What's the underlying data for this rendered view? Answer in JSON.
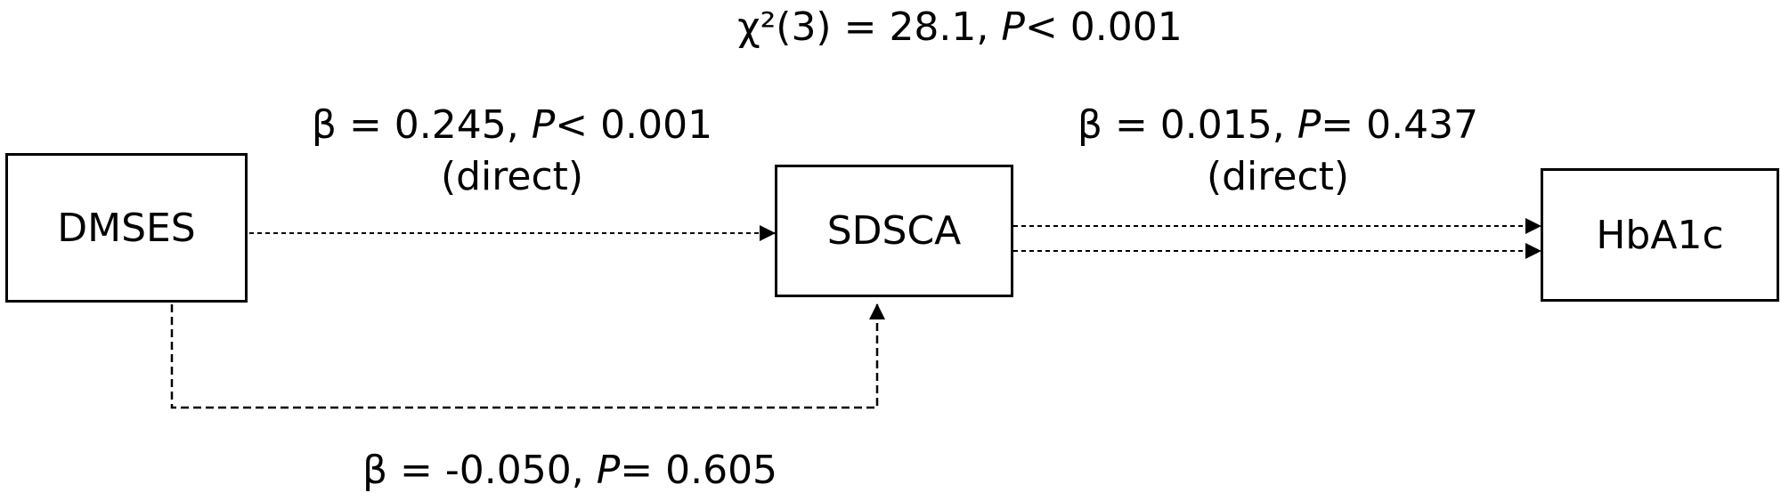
{
  "fit": {
    "chi_prefix": "χ²(3) = 28.1,",
    "p_symbol": "P",
    "p_rest": "< 0.001"
  },
  "nodes": {
    "dmses": "DMSES",
    "sdsca": "SDSCA",
    "hba1c": "HbA1c"
  },
  "paths": {
    "dmses_to_sdsca": {
      "beta": "β = 0.245,",
      "p_symbol": "P",
      "p_rest": "< 0.001",
      "type": "(direct)"
    },
    "sdsca_to_hba1c": {
      "beta": "β = 0.015,",
      "p_symbol": "P",
      "p_rest": "= 0.437",
      "type": "(direct)"
    },
    "dmses_to_sdsca_indirect": {
      "beta": "β = -0.050,",
      "p_symbol": "P",
      "p_rest": "= 0.605"
    }
  }
}
